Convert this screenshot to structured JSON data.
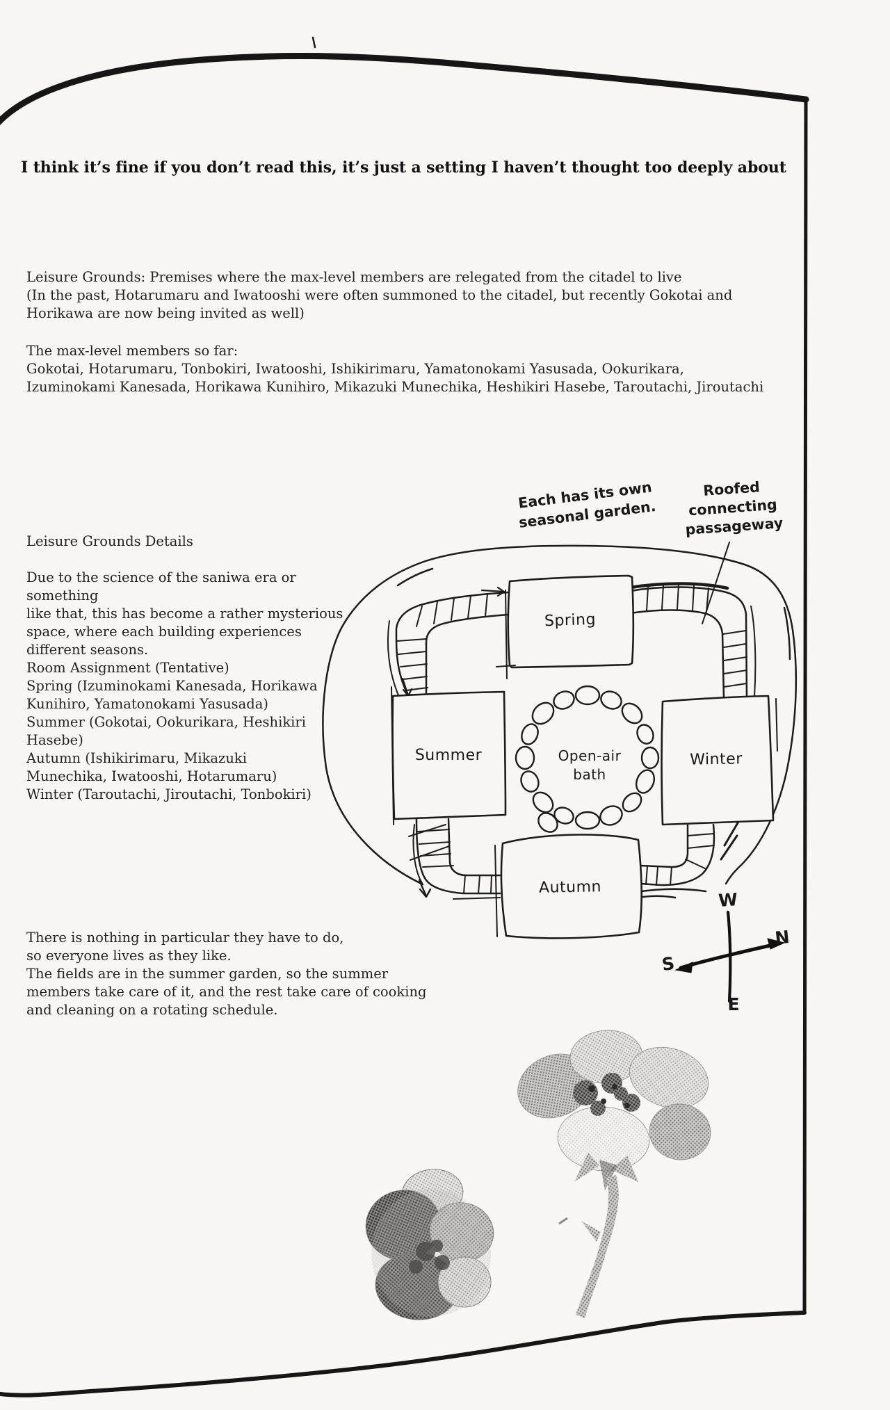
{
  "colors": {
    "paper": "#f7f6f3",
    "ink": "#191919"
  },
  "header": {
    "title": "I think it’s fine if you don’t read this, it’s just a setting I haven’t thought too deeply about"
  },
  "body": {
    "intro": "Leisure Grounds: Premises where the max-level members are relegated from the citadel to live\n(In the past, Hotarumaru and Iwatooshi were often summoned to the citadel, but recently Gokotai and\nHorikawa are now being invited as well)",
    "members": "The max-level members so far:\nGokotai, Hotarumaru, Tonbokiri, Iwatooshi, Ishikirimaru, Yamatonokami Yasusada, Ookurikara,\nIzuminokami Kanesada, Horikawa Kunihiro, Mikazuki Munechika, Heshikiri Hasebe, Taroutachi, Jiroutachi",
    "details_heading": "Leisure Grounds Details",
    "details_body": "Due to the science of the saniwa era or something\nlike that, this has become a rather mysterious\nspace, where each building experiences\ndifferent seasons.",
    "room_assignment": "Room Assignment (Tentative)\nSpring (Izuminokami Kanesada, Horikawa\nKunihiro, Yamatonokami Yasusada)\nSummer (Gokotai, Ookurikara, Heshikiri\nHasebe)\nAutumn (Ishikirimaru, Mikazuki\nMunechika, Iwatooshi, Hotarumaru)\nWinter (Taroutachi, Jiroutachi, Tonbokiri)",
    "lifestyle": "There is nothing in particular they have to do,\nso everyone lives as they like.\nThe fields are in the summer garden, so the summer\nmembers take care of it, and the rest take care of cooking\nand cleaning on a rotating schedule."
  },
  "map": {
    "note_garden": "Each has its own\nseasonal garden.",
    "note_passageway": "Roofed\nconnecting\npassageway",
    "buildings": {
      "spring": "Spring",
      "summer": "Summer",
      "winter": "Winter",
      "autumn": "Autumn"
    },
    "bath": "Open-air\nbath",
    "compass": {
      "top": "W",
      "right": "N",
      "left": "S",
      "bottom": "E"
    }
  }
}
